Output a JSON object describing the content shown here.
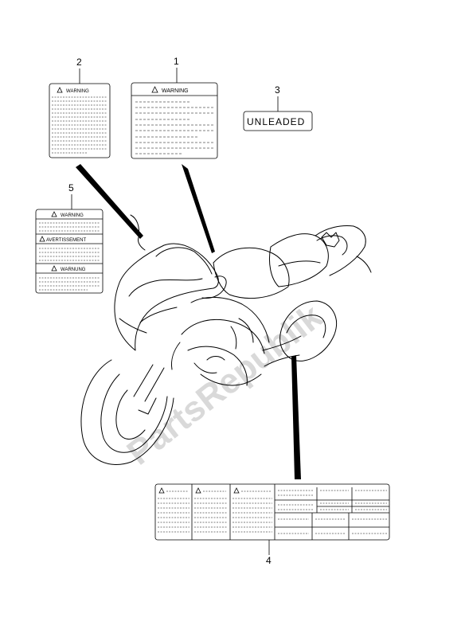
{
  "callouts": {
    "c1": "1",
    "c2": "2",
    "c3": "3",
    "c4": "4",
    "c5": "5"
  },
  "labels": {
    "l1_head": "WARNING",
    "l2_head": "WARNING",
    "l3_text": "UNLEADED",
    "l5_head1": "WARNING",
    "l5_head2": "AVERTISSEMENT",
    "l5_head3": "WARNUNG"
  },
  "watermark": "PartsRepublik",
  "colors": {
    "line": "#000000",
    "watermark": "#d9d9d9"
  }
}
